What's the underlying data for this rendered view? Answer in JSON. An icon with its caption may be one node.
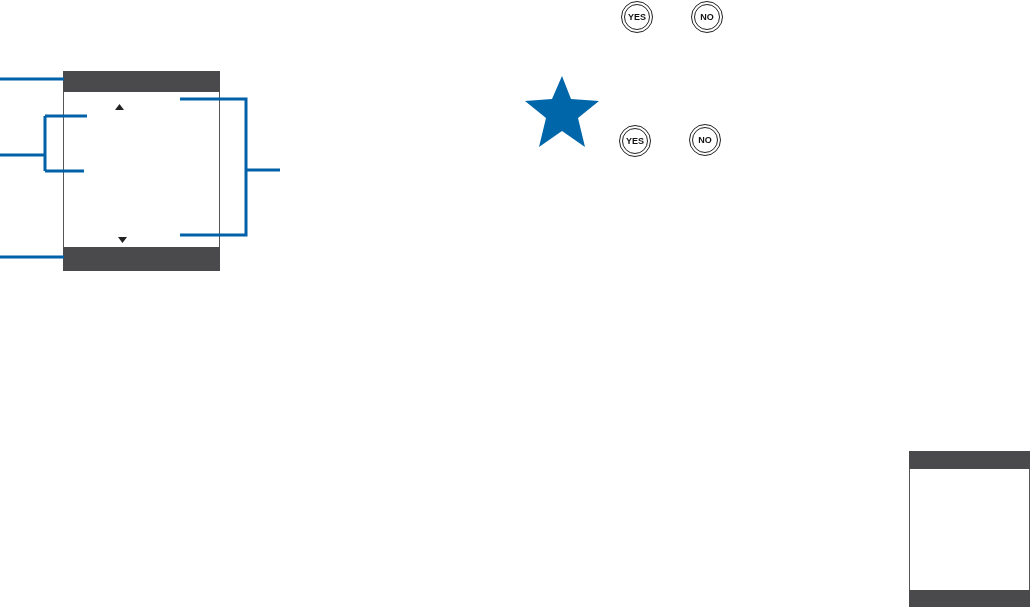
{
  "diagram": {
    "nodes": [
      {
        "text": [],
        "shape": "box"
      },
      {
        "text": [],
        "shape": "bar",
        "in": 0
      },
      {
        "text": [],
        "shape": "bar",
        "in": 0
      },
      {
        "text": [
          "YES"
        ]
      },
      {
        "text": [
          "NO"
        ]
      },
      {
        "text": [
          "YES"
        ]
      },
      {
        "text": [
          "NO"
        ]
      },
      {
        "text": [],
        "shape": "box"
      },
      {
        "text": [],
        "shape": "bar",
        "in": 7
      },
      {
        "text": [],
        "shape": "bar",
        "in": 7
      }
    ],
    "edges": [
      {
        "from": null,
        "to": 1,
        "arrow": "none"
      },
      {
        "from": null,
        "to": 2,
        "arrow": "none"
      }
    ]
  }
}
